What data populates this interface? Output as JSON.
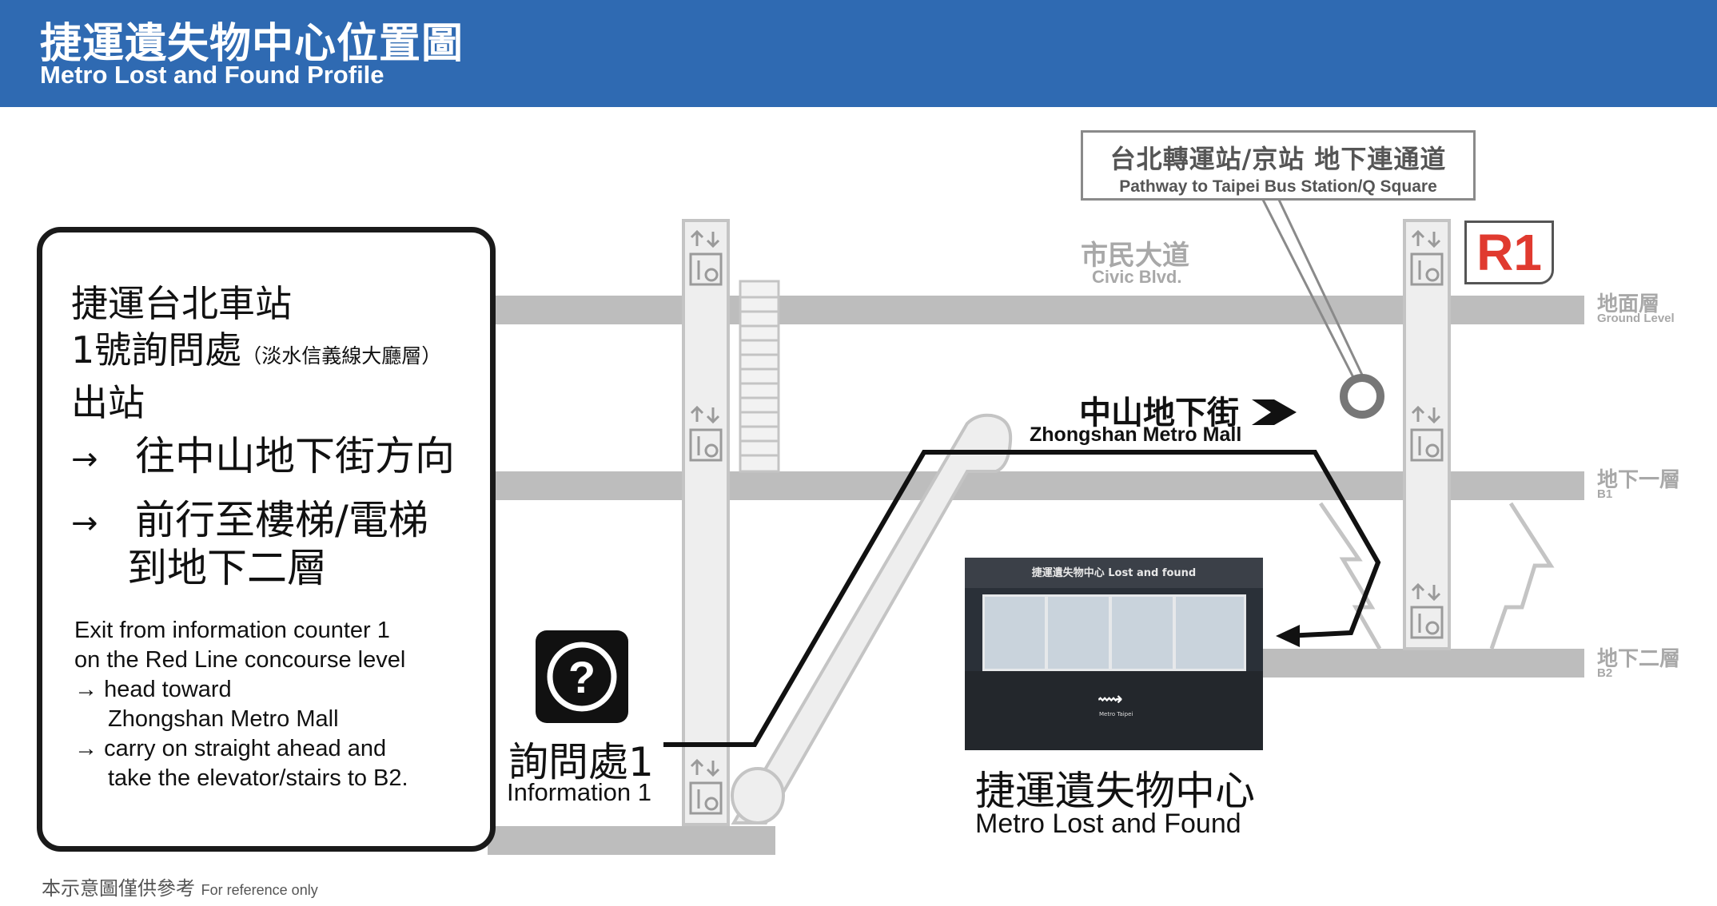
{
  "header": {
    "title_zh": "捷運遺失物中心位置圖",
    "title_en": "Metro Lost and Found Profile"
  },
  "panel": {
    "line1": "捷運台北車站",
    "line2_main": "1號詢問處",
    "line2_note": "（淡水信義線大廳層）",
    "line3": "出站",
    "arrow_symbol": "→",
    "step1_zh": "往中山地下街方向",
    "step2_zh_a": "前行至樓梯/電梯",
    "step2_zh_b": "到地下二層",
    "en_line1": "Exit from information counter 1",
    "en_line2": "on the Red Line concourse level",
    "en_arrow": "→",
    "en_step1_a": "head toward",
    "en_step1_b": "Zhongshan Metro Mall",
    "en_step2_a": "carry on straight ahead and",
    "en_step2_b": "take the elevator/stairs to B2."
  },
  "callout": {
    "zh": "台北轉運站/京站  地下連通道",
    "en": "Pathway to Taipei Bus Station/Q Square"
  },
  "street": {
    "zh": "市民大道",
    "en": "Civic Blvd."
  },
  "station_badge": "R1",
  "levels": [
    {
      "zh": "地面層",
      "en": "Ground Level"
    },
    {
      "zh": "地下一層",
      "en": "B1"
    },
    {
      "zh": "地下二層",
      "en": "B2"
    }
  ],
  "mall": {
    "zh": "中山地下街",
    "en": "Zhongshan Metro Mall"
  },
  "info_counter": {
    "zh": "詢問處1",
    "en": "Information 1"
  },
  "photo": {
    "sign": "捷運遺失物中心  Lost and found",
    "logo_caption": "Metro Taipei"
  },
  "destination": {
    "zh": "捷運遺失物中心",
    "en": "Metro Lost and Found"
  },
  "footnote": {
    "zh": "本示意圖僅供參考",
    "en": "For reference only"
  },
  "icons": [
    "elevator-arrows-icon",
    "wheelchair-icon",
    "question-icon",
    "arrow-right-icon",
    "circle-marker-icon",
    "metro-logo-icon"
  ],
  "colors": {
    "header_blue": "#2f6ab2",
    "badge_red": "#e03a2f",
    "structure_gray": "#b8b8b8",
    "route_black": "#111111"
  }
}
